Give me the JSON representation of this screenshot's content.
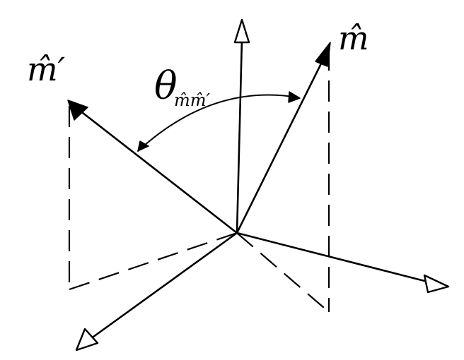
{
  "labels": {
    "m_hat": "m̂",
    "m_prime_hat": "m̂′",
    "theta_symbol": "θ",
    "theta_subscript": "m̂m̂′"
  },
  "colors": {
    "ink": "#000000",
    "paper": "#ffffff"
  }
}
